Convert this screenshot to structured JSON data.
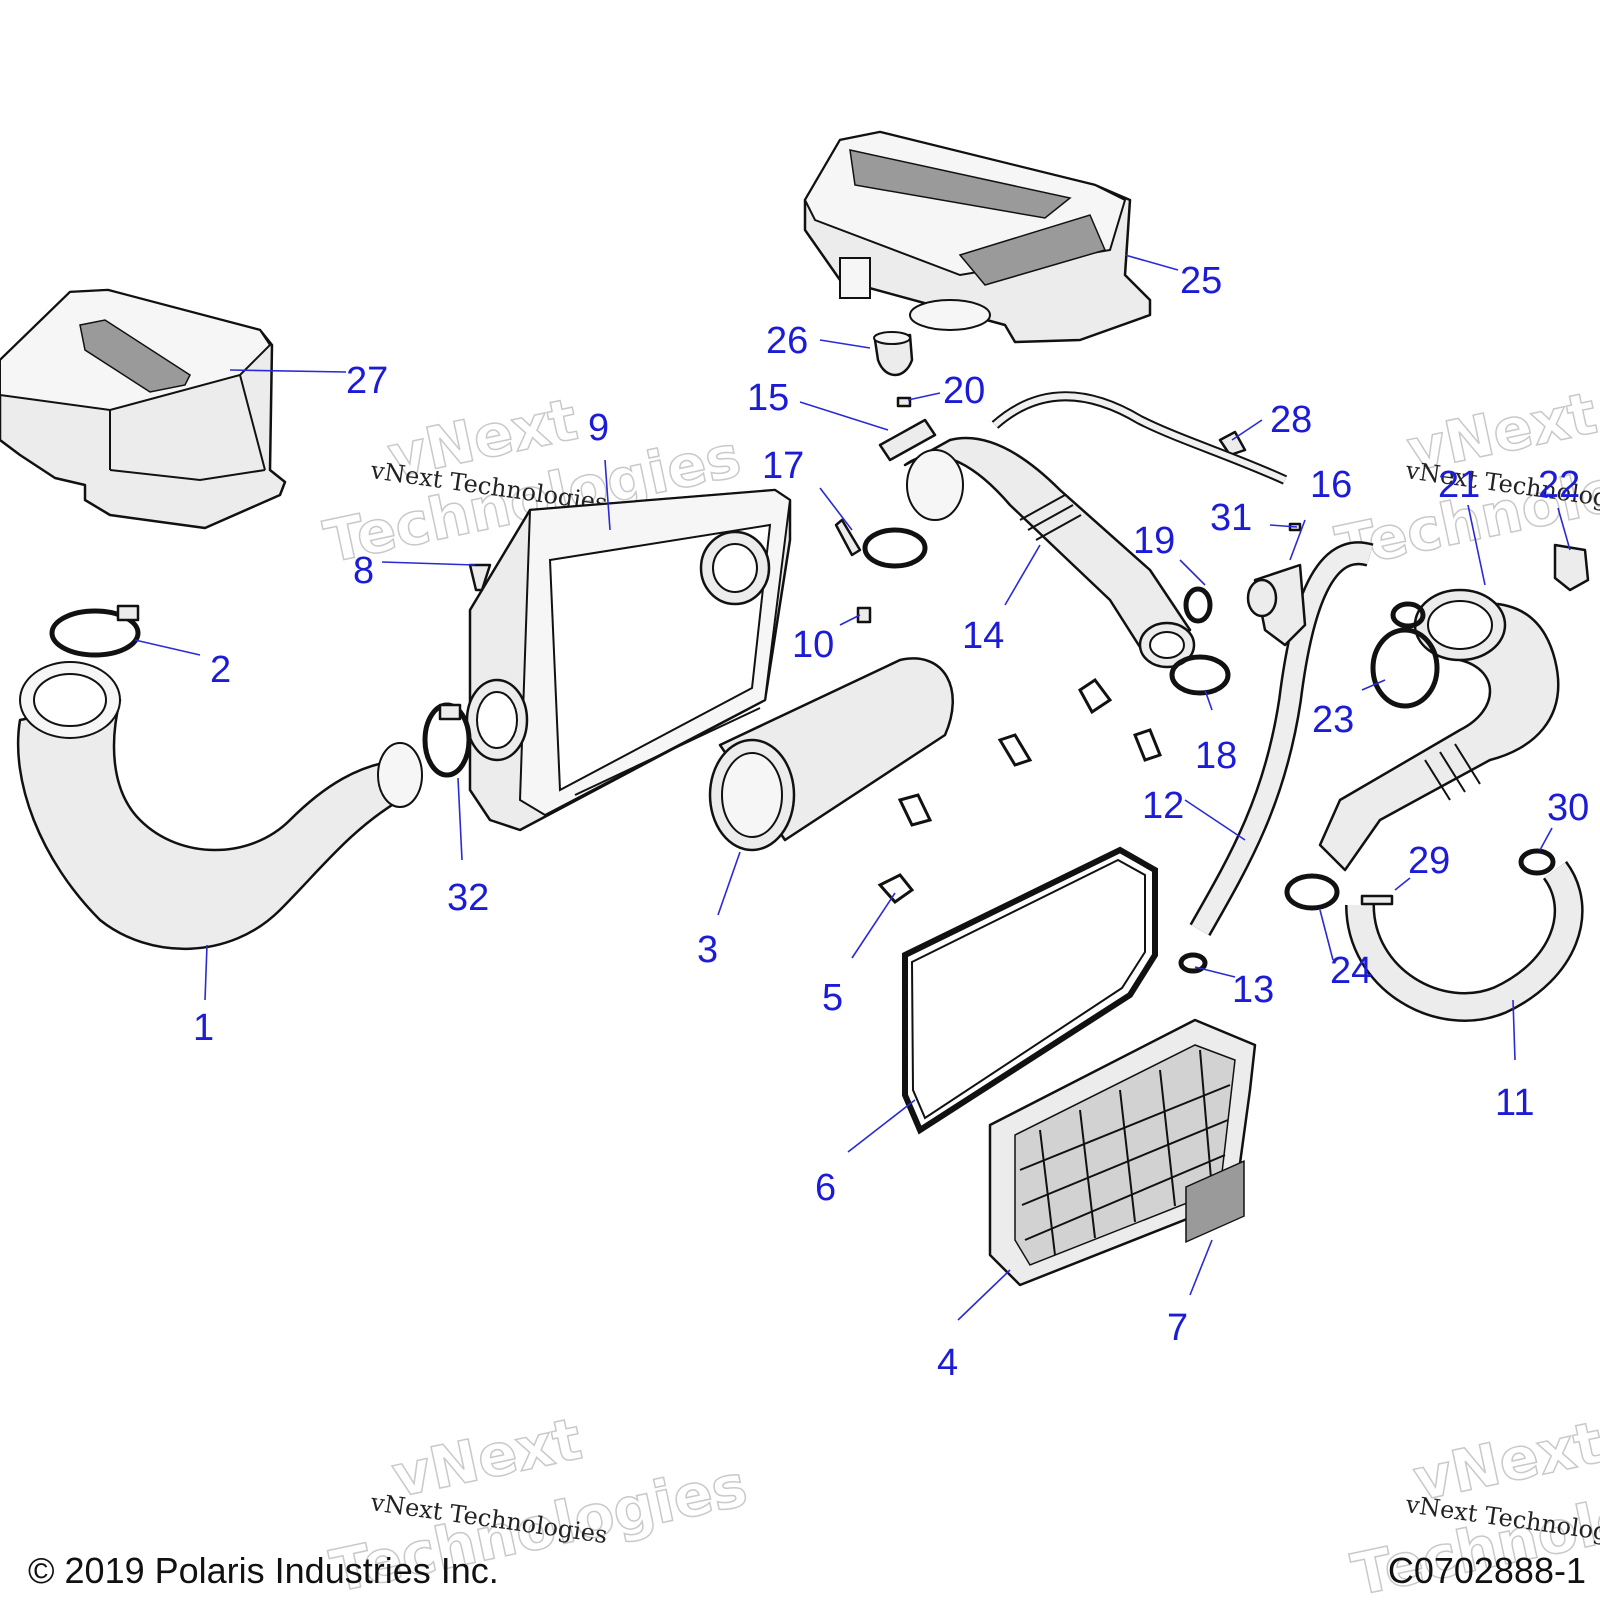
{
  "diagram": {
    "callouts": [
      "1",
      "2",
      "3",
      "4",
      "5",
      "6",
      "7",
      "8",
      "9",
      "10",
      "11",
      "12",
      "13",
      "14",
      "15",
      "16",
      "17",
      "18",
      "19",
      "20",
      "21",
      "22",
      "23",
      "24",
      "25",
      "26",
      "27",
      "28",
      "29",
      "30",
      "31",
      "32"
    ],
    "footer": {
      "copyright": "© 2019 Polaris Industries Inc.",
      "drawing_id": "C0702888-1"
    },
    "watermark": {
      "caption": "vNext Technologies",
      "word1": "vNext",
      "word2": "Technologies"
    }
  }
}
